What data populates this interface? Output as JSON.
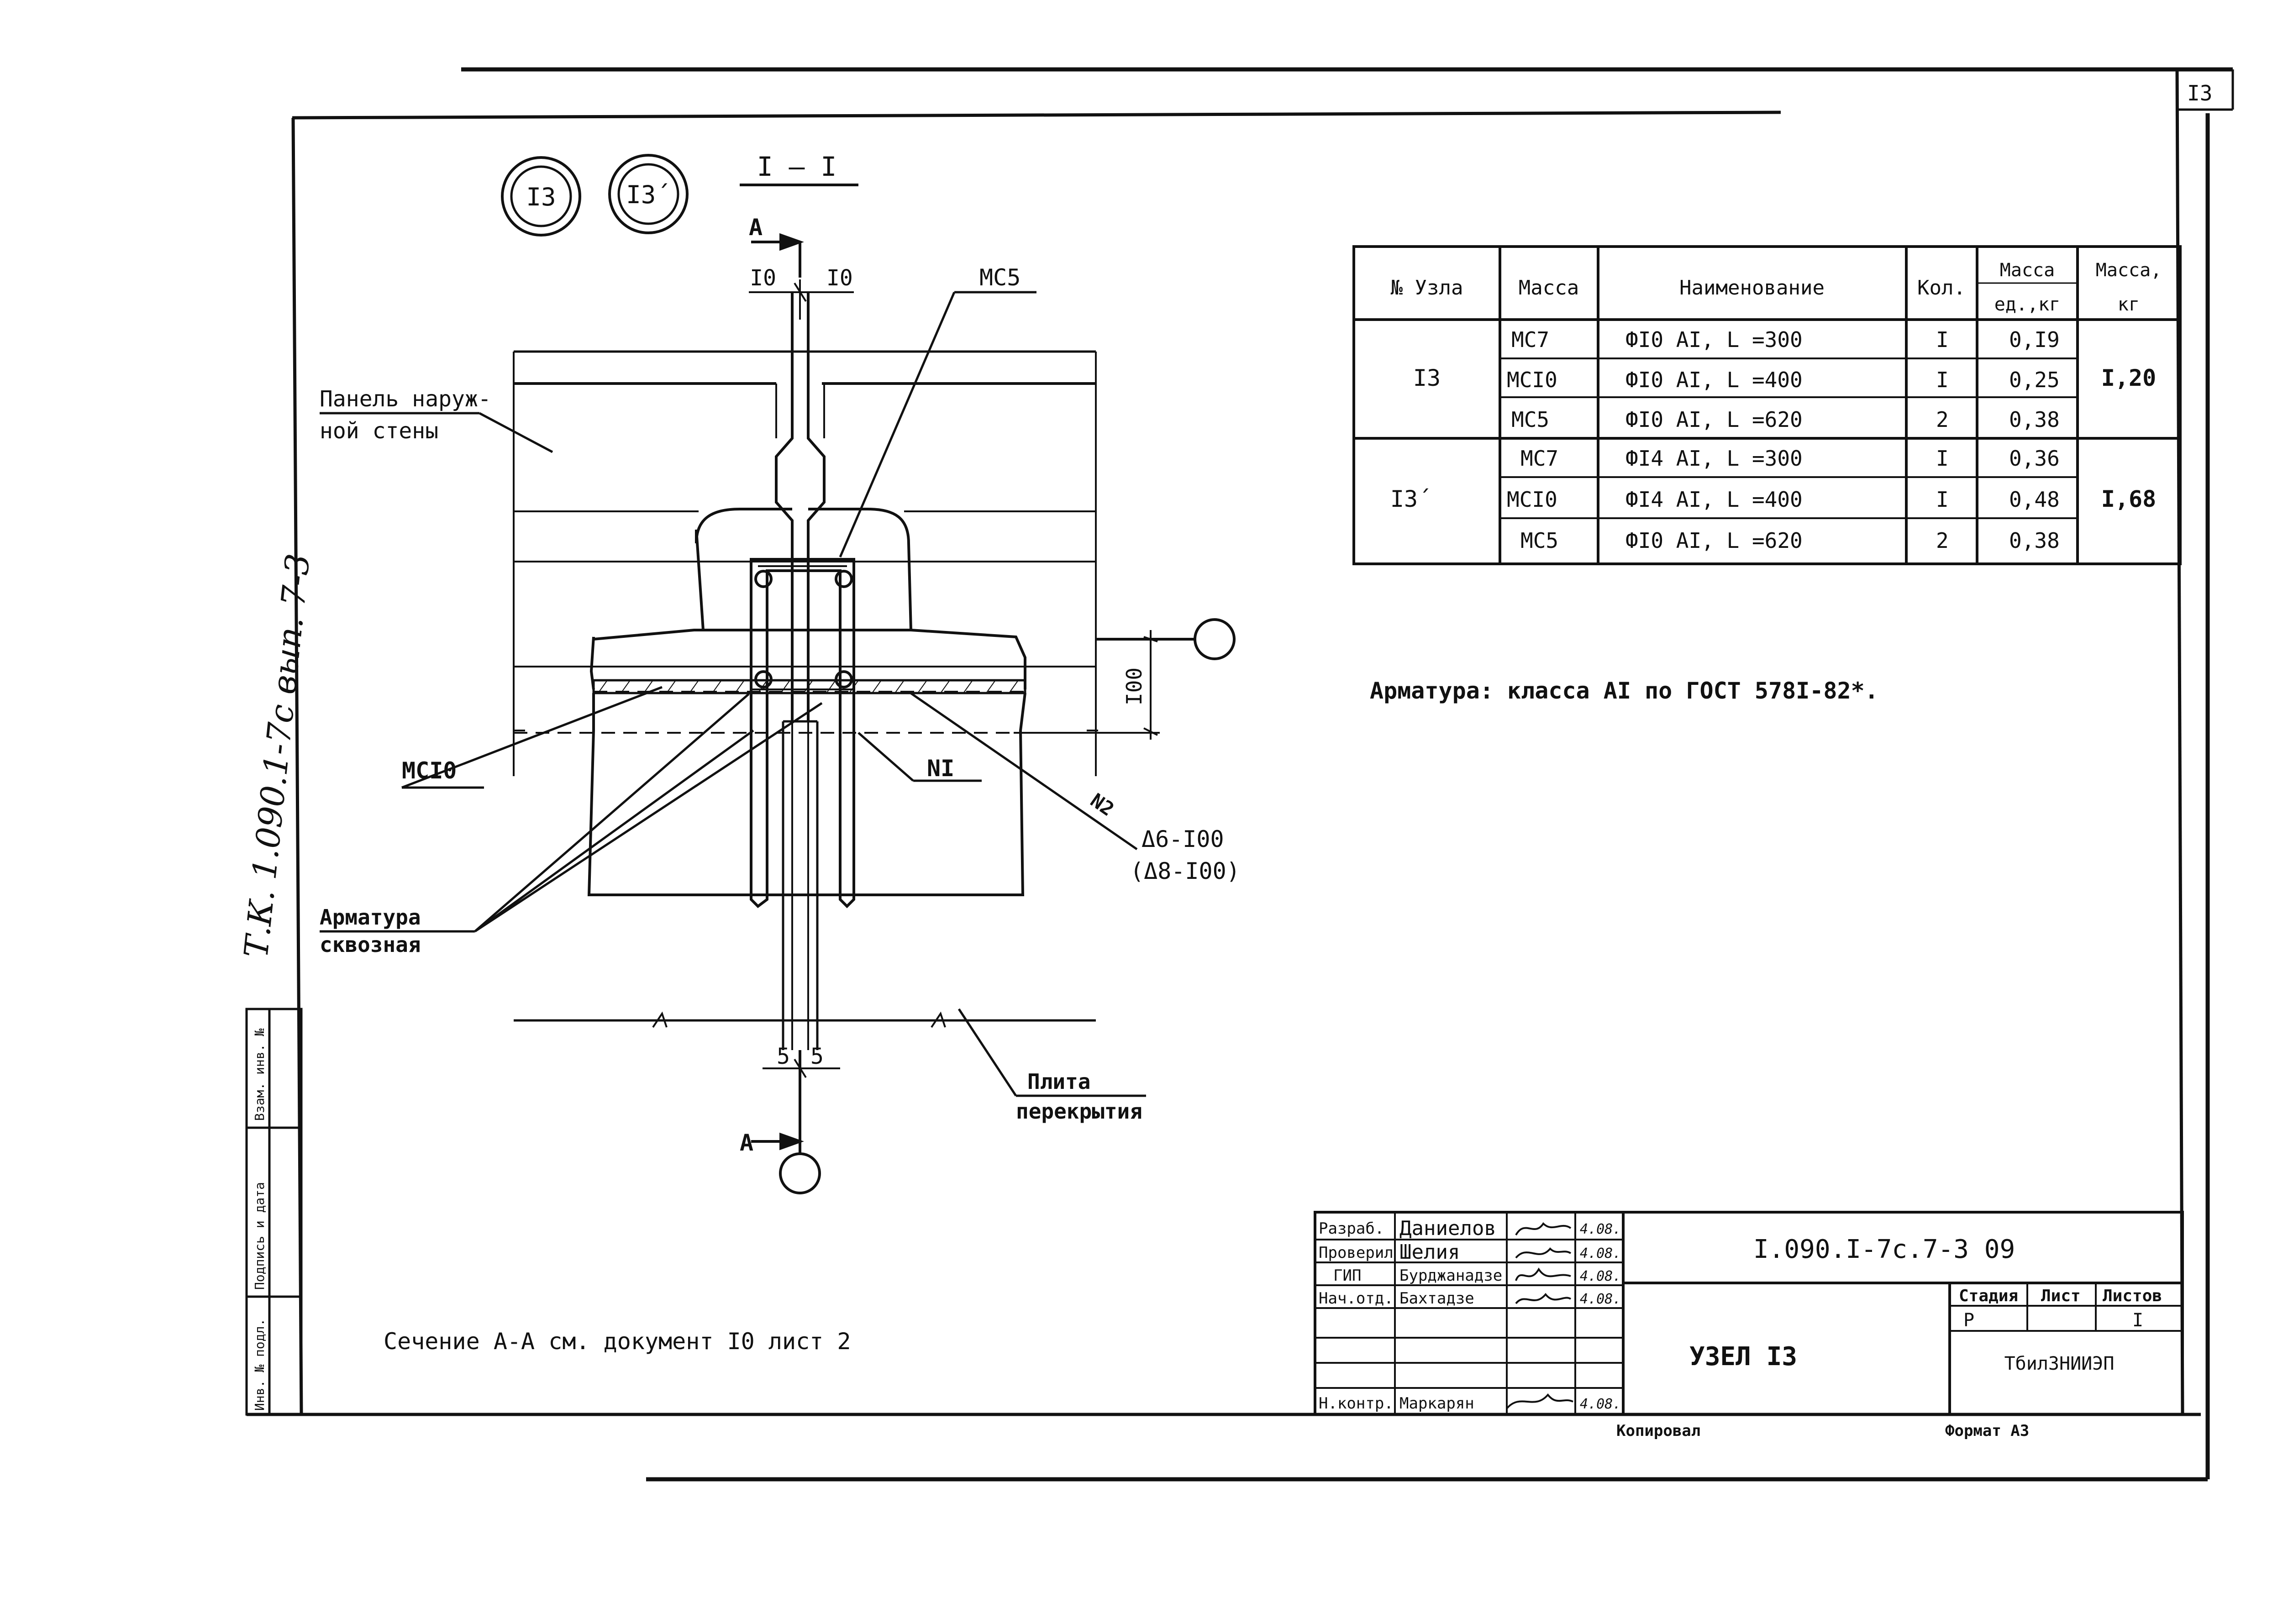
{
  "sheet_number": "I3",
  "side_stamp": "Т.К. 1.090.1-7с вып. 7-3",
  "side_columns": [
    "Инв. № подл.",
    "Подпись и дата",
    "Взам. инв. №"
  ],
  "node_markers": [
    "I3",
    "I3´"
  ],
  "section_title": "I – I",
  "section_marker": "А",
  "dims": {
    "top_left": "I0",
    "top_right": "I0",
    "bottom_left": "5",
    "bottom_right": "5",
    "height": "I00"
  },
  "callouts": {
    "mc5": "МС5",
    "panel": [
      "Панель наруж-",
      "ной стены"
    ],
    "mc10": "МСI0",
    "n1": "NI",
    "weld_n2": "N2",
    "weld_size": "Δ6-I00",
    "weld_alt": "(Δ8-I00)",
    "rebar": [
      "Арматура",
      "сквозная"
    ],
    "slab": [
      "Плита",
      "перекрытия"
    ]
  },
  "spec_table": {
    "headers": [
      "№ Узла",
      "Масса",
      "Наименование",
      "Кол.",
      "Масса ед., кг",
      "Масса, кг"
    ],
    "groups": [
      {
        "node": "I3",
        "total": "I,20",
        "rows": [
          {
            "mark": "МС7",
            "name": "ФI0 АI, L =300",
            "qty": "I",
            "unit": "0,I9"
          },
          {
            "mark": "МСI0",
            "name": "ФI0 АI, L =400",
            "qty": "I",
            "unit": "0,25"
          },
          {
            "mark": "МС5",
            "name": "ФI0 АI, L =620",
            "qty": "2",
            "unit": "0,38"
          }
        ]
      },
      {
        "node": "I3´",
        "total": "I,68",
        "rows": [
          {
            "mark": "МС7",
            "name": "ФI4 АI, L =300",
            "qty": "I",
            "unit": "0,36"
          },
          {
            "mark": "МСI0",
            "name": "ФI4 АI, L =400",
            "qty": "I",
            "unit": "0,48"
          },
          {
            "mark": "МС5",
            "name": "ФI0 АI, L =620",
            "qty": "2",
            "unit": "0,38"
          }
        ]
      }
    ]
  },
  "note_rebar": "Арматура: класса АI по ГОСТ 578I-82*.",
  "note_section": "Сечение А-А см. документ I0 лист 2",
  "title_block": {
    "roles": [
      "Разраб.",
      "Проверил",
      "ГИП",
      "Нач.отд.",
      "",
      "",
      "Н.контр."
    ],
    "names": [
      "Даниелов",
      "Шелия",
      "Бурджанадзе",
      "Бахтадзе",
      "",
      "",
      "Маркарян"
    ],
    "dates": [
      "4.08.",
      "4.08.",
      "4.08.",
      "4.08.",
      "",
      "",
      "4.08."
    ],
    "doc_code": "I.090.I-7с.7-3 09",
    "title": "УЗЕЛ I3",
    "stage_label": "Стадия",
    "sheet_label": "Лист",
    "sheets_label": "Листов",
    "stage": "Р",
    "sheet": "",
    "sheets": "I",
    "org": "ТбилЗНИИЭП"
  },
  "footer": {
    "copy": "Копировал",
    "format": "Формат А3"
  }
}
